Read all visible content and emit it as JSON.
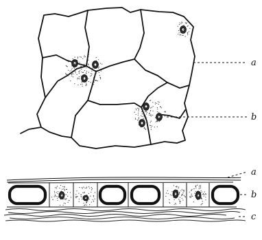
{
  "figure": {
    "upper_panel": {
      "labels": {
        "a": "a",
        "b": "b"
      }
    },
    "lower_panel": {
      "labels": {
        "a": "a",
        "b": "b",
        "c": "c"
      }
    }
  }
}
